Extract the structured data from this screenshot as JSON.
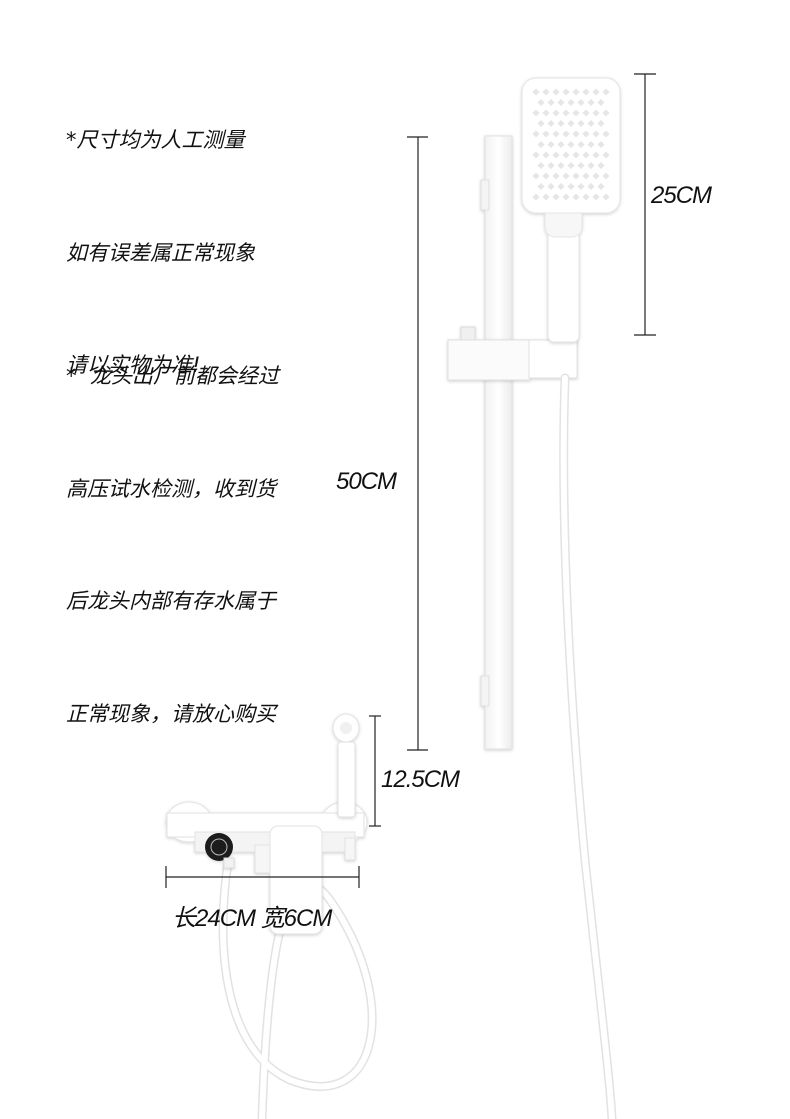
{
  "notes": {
    "measure": [
      "*尺寸均为人工测量",
      "如有误差属正常现象",
      "请以实物为准!"
    ],
    "factory": [
      "*  龙头出厂前都会经过",
      "高压试水检测，收到货",
      "后龙头内部有存水属于",
      "正常现象，请放心购买"
    ]
  },
  "dimensions": {
    "head": "25CM",
    "rail": "50CM",
    "spray": "12.5CM",
    "mixer": "长24CM 宽6CM"
  },
  "colors": {
    "product": "#ffffff",
    "outline": "#e4e4e4",
    "dimension_line": "#222222"
  }
}
